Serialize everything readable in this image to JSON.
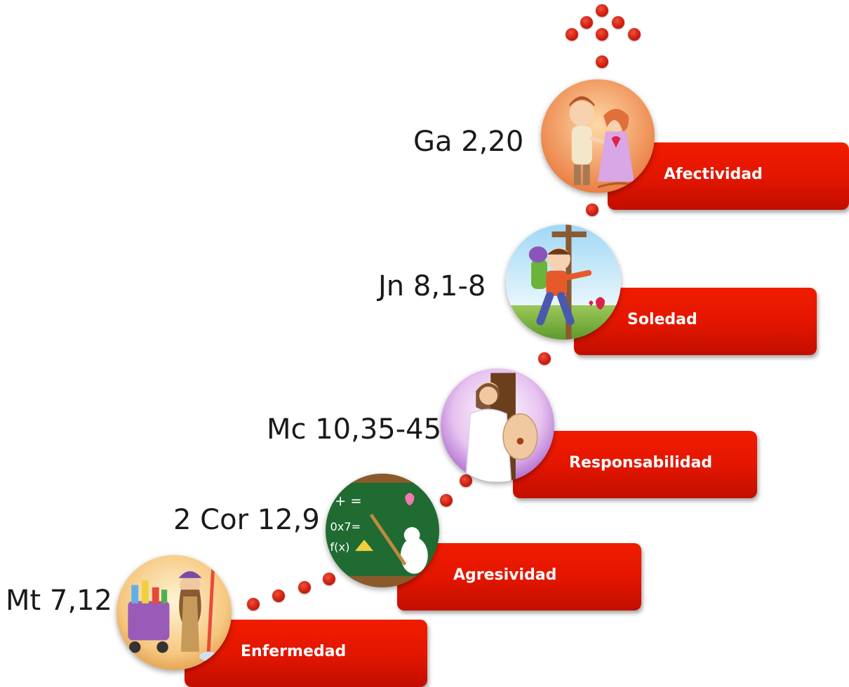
{
  "steps": [
    {
      "label": "Enfermedad",
      "reference": "Mt 7,12",
      "illustration_icon": "cleaning-cart-character-icon"
    },
    {
      "label": "Agresividad",
      "reference": "2 Cor 12,9",
      "illustration_icon": "chalkboard-dove-icon"
    },
    {
      "label": "Responsabilidad",
      "reference": "Mc 10,35-45",
      "illustration_icon": "jesus-open-hand-icon"
    },
    {
      "label": "Soledad",
      "reference": "Jn 8,1-8",
      "illustration_icon": "hiker-with-cross-icon"
    },
    {
      "label": "Afectividad",
      "reference": "Ga 2,20",
      "illustration_icon": "couple-with-heart-icon"
    }
  ],
  "colors": {
    "label_box": "#e41600",
    "dot": "#d01f10",
    "reference_text": "#1a1a1a"
  }
}
